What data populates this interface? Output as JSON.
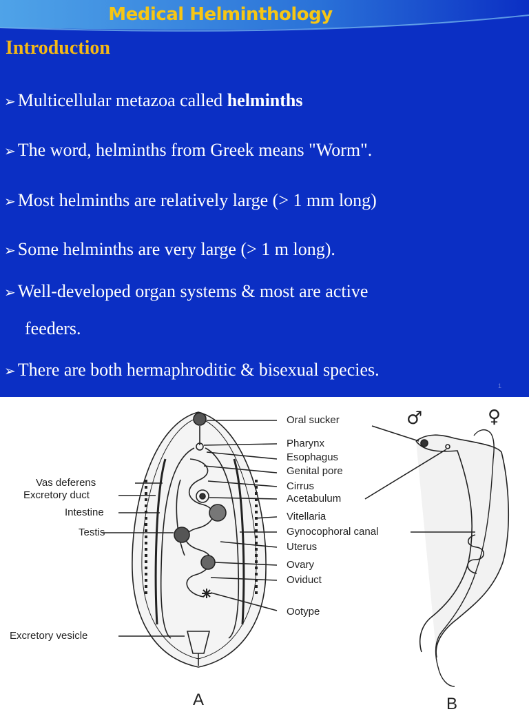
{
  "slide": {
    "title": "Medical Helminthology",
    "section": "Introduction",
    "bullets": [
      {
        "text": "Multicellular metazoa called ",
        "bold": "helminths"
      },
      {
        "text": "The word, helminths from Greek means \"Worm\"."
      },
      {
        "text": "Most helminths are relatively large (> 1 mm long)"
      },
      {
        "text": "Some helminths are very large (> 1 m long)."
      },
      {
        "text": "Well-developed organ systems & most are active",
        "continuation": "feeders."
      },
      {
        "text": "There are both hermaphroditic & bisexual species."
      }
    ],
    "bullet_marker": "➢",
    "slide_number": "1"
  },
  "diagram": {
    "left_labels": [
      "Vas deferens",
      "Excretory duct",
      "Intestine",
      "Testis",
      "Excretory vesicle"
    ],
    "right_labels": [
      "Oral sucker",
      "Pharynx",
      "Esophagus",
      "Genital pore",
      "Cirrus",
      "Acetabulum",
      "Vitellaria",
      "Gynocophoral canal",
      "Uterus",
      "Ovary",
      "Oviduct",
      "Ootype"
    ],
    "male_symbol": "♂",
    "female_symbol": "♀",
    "figure_a": "A",
    "figure_b": "B"
  },
  "colors": {
    "slide_bg": "#0b2fc4",
    "title": "#f7c614",
    "section": "#f5b915",
    "text": "#ffffff"
  }
}
